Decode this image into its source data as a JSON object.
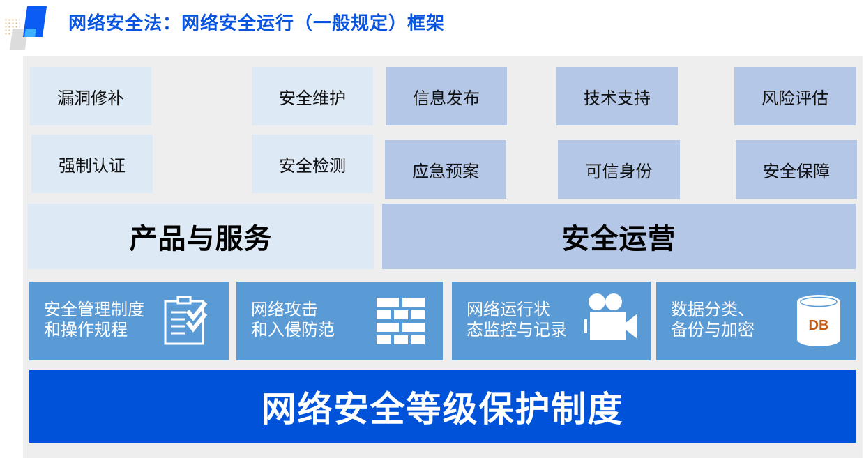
{
  "header": {
    "title": "网络安全法：网络安全运行（一般规定）框架"
  },
  "products_services": {
    "items": [
      "漏洞修补",
      "强制认证",
      "安全维护",
      "安全检测"
    ],
    "label": "产品与服务"
  },
  "security_operations": {
    "items": [
      "信息发布",
      "技术支持",
      "风险评估",
      "应急预案",
      "可信身份",
      "安全保障"
    ],
    "label": "安全运营"
  },
  "measures": [
    {
      "label": "安全管理制度\n和操作规程",
      "icon": "clipboard-check-icon"
    },
    {
      "label": "网络攻击\n和入侵防范",
      "icon": "firewall-brick-icon"
    },
    {
      "label": "网络运行状\n态监控与记录",
      "icon": "video-camera-icon"
    },
    {
      "label": "数据分类、\n备份与加密",
      "icon": "database-icon",
      "icon_text": "DB"
    }
  ],
  "foundation": {
    "label": "网络安全等级保护制度"
  },
  "colors": {
    "title": "#0a55e0",
    "light_box": "#dde9f5",
    "mid_box": "#b4c7e7",
    "measure_box": "#5b9bd5",
    "foundation_bar": "#0053d9",
    "panel_bg": "#eeeeee",
    "db_text": "#c55a11"
  }
}
